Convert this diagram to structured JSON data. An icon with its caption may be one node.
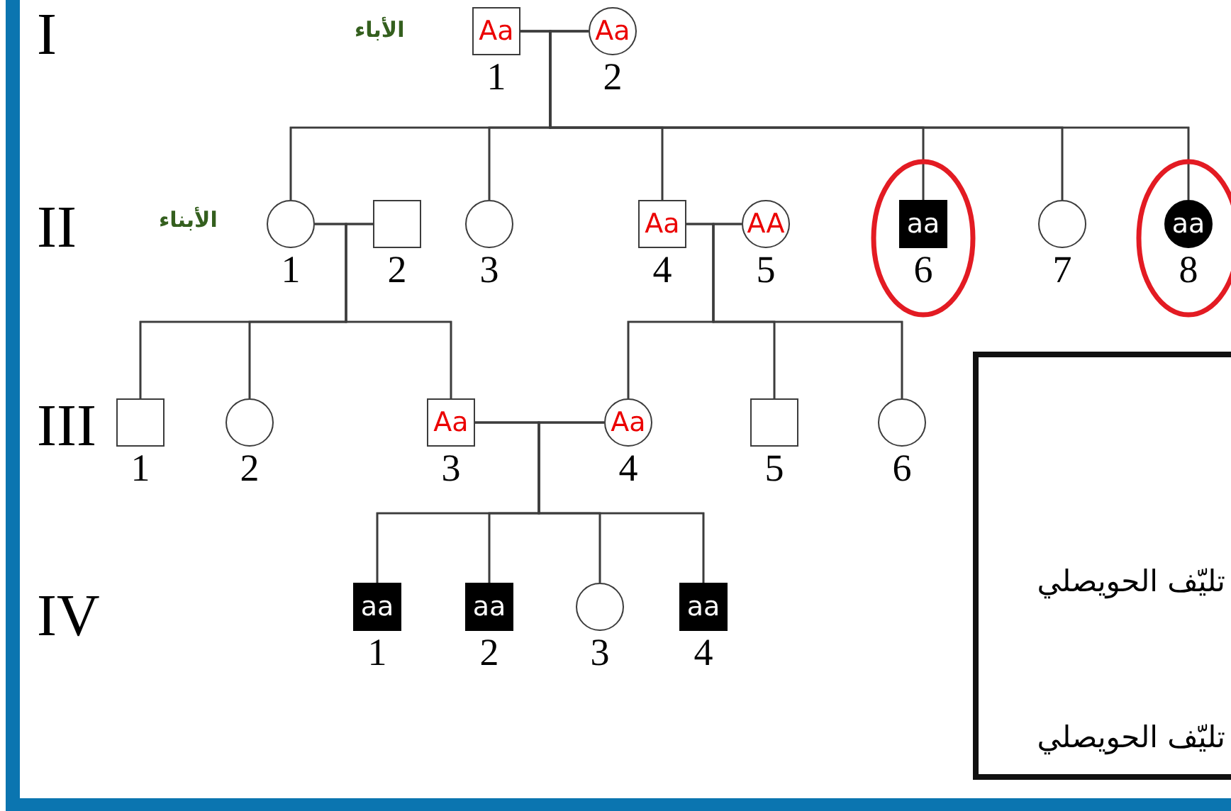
{
  "diagram": {
    "nodes": [
      {
        "text": [
          "Aa"
        ],
        "beside": [
          "1"
        ]
      },
      {
        "text": [
          "Aa"
        ],
        "beside": [
          "2"
        ]
      },
      {
        "text": [],
        "shape": "circle",
        "beside": [
          "1"
        ]
      },
      {
        "text": [],
        "shape": "box",
        "beside": [
          "2"
        ]
      },
      {
        "text": [],
        "shape": "circle",
        "beside": [
          "3"
        ]
      },
      {
        "text": [
          "Aa"
        ],
        "beside": [
          "4"
        ]
      },
      {
        "text": [
          "AA"
        ],
        "beside": [
          "5"
        ]
      },
      {
        "text": [
          "aa"
        ],
        "beside": [
          "6"
        ]
      },
      {
        "text": [],
        "shape": "circle",
        "beside": [
          "7"
        ]
      },
      {
        "text": [
          "aa"
        ],
        "beside": [
          "8"
        ]
      },
      {
        "text": [],
        "shape": "box",
        "beside": [
          "1"
        ]
      },
      {
        "text": [],
        "shape": "circle",
        "beside": [
          "2"
        ]
      },
      {
        "text": [
          "Aa"
        ],
        "beside": [
          "3"
        ]
      },
      {
        "text": [
          "Aa"
        ],
        "beside": [
          "4"
        ]
      },
      {
        "text": [],
        "shape": "box",
        "beside": [
          "5"
        ]
      },
      {
        "text": [],
        "shape": "circle",
        "beside": [
          "6"
        ]
      },
      {
        "text": [
          "aa"
        ],
        "beside": [
          "1"
        ]
      },
      {
        "text": [
          "aa"
        ],
        "beside": [
          "2"
        ]
      },
      {
        "text": [],
        "shape": "circle",
        "beside": [
          "3"
        ]
      },
      {
        "text": [
          "aa"
        ],
        "beside": [
          "4"
        ]
      },
      {
        "text": [
          "تليّف الحويصلي",
          "تليّف الحويصلي"
        ]
      }
    ],
    "edges": [
      {
        "from": 0,
        "to": 1,
        "arrow": "none"
      },
      {
        "from": 0,
        "to": 2,
        "arrow": "none"
      },
      {
        "from": 1,
        "to": 2,
        "arrow": "none"
      },
      {
        "from": 0,
        "to": 4,
        "arrow": "none"
      },
      {
        "from": 1,
        "to": 4,
        "arrow": "none"
      },
      {
        "from": 0,
        "to": 5,
        "arrow": "none"
      },
      {
        "from": 1,
        "to": 5,
        "arrow": "none"
      },
      {
        "from": 0,
        "to": 7,
        "arrow": "none"
      },
      {
        "from": 1,
        "to": 7,
        "arrow": "none"
      },
      {
        "from": 0,
        "to": 8,
        "arrow": "none"
      },
      {
        "from": 1,
        "to": 8,
        "arrow": "none"
      },
      {
        "from": 0,
        "to": 9,
        "arrow": "none"
      },
      {
        "from": 1,
        "to": 9,
        "arrow": "none"
      },
      {
        "from": 2,
        "to": 3,
        "arrow": "none"
      },
      {
        "from": 2,
        "to": 10,
        "arrow": "none"
      },
      {
        "from": 3,
        "to": 10,
        "arrow": "none"
      },
      {
        "from": 2,
        "to": 11,
        "arrow": "none"
      },
      {
        "from": 3,
        "to": 11,
        "arrow": "none"
      },
      {
        "from": 2,
        "to": 12,
        "arrow": "none"
      },
      {
        "from": 3,
        "to": 12,
        "arrow": "none"
      },
      {
        "from": 5,
        "to": 6,
        "arrow": "none"
      },
      {
        "from": 5,
        "to": 13,
        "arrow": "none"
      },
      {
        "from": 6,
        "to": 13,
        "arrow": "none"
      },
      {
        "from": 5,
        "to": 14,
        "arrow": "none"
      },
      {
        "from": 6,
        "to": 14,
        "arrow": "none"
      },
      {
        "from": 5,
        "to": 15,
        "arrow": "none"
      },
      {
        "from": 6,
        "to": 15,
        "arrow": "none"
      },
      {
        "from": 12,
        "to": 13,
        "arrow": "none"
      },
      {
        "from": 12,
        "to": 16,
        "arrow": "none"
      },
      {
        "from": 13,
        "to": 16,
        "arrow": "none"
      },
      {
        "from": 12,
        "to": 17,
        "arrow": "none"
      },
      {
        "from": 13,
        "to": 17,
        "arrow": "none"
      },
      {
        "from": 12,
        "to": 18,
        "arrow": "none"
      },
      {
        "from": 13,
        "to": 18,
        "arrow": "none"
      },
      {
        "from": 12,
        "to": 19,
        "arrow": "none"
      },
      {
        "from": 13,
        "to": 19,
        "arrow": "none"
      }
    ],
    "labels": [
      "I",
      "الأباء",
      "II",
      "الأبناء",
      "III",
      "IV"
    ]
  }
}
